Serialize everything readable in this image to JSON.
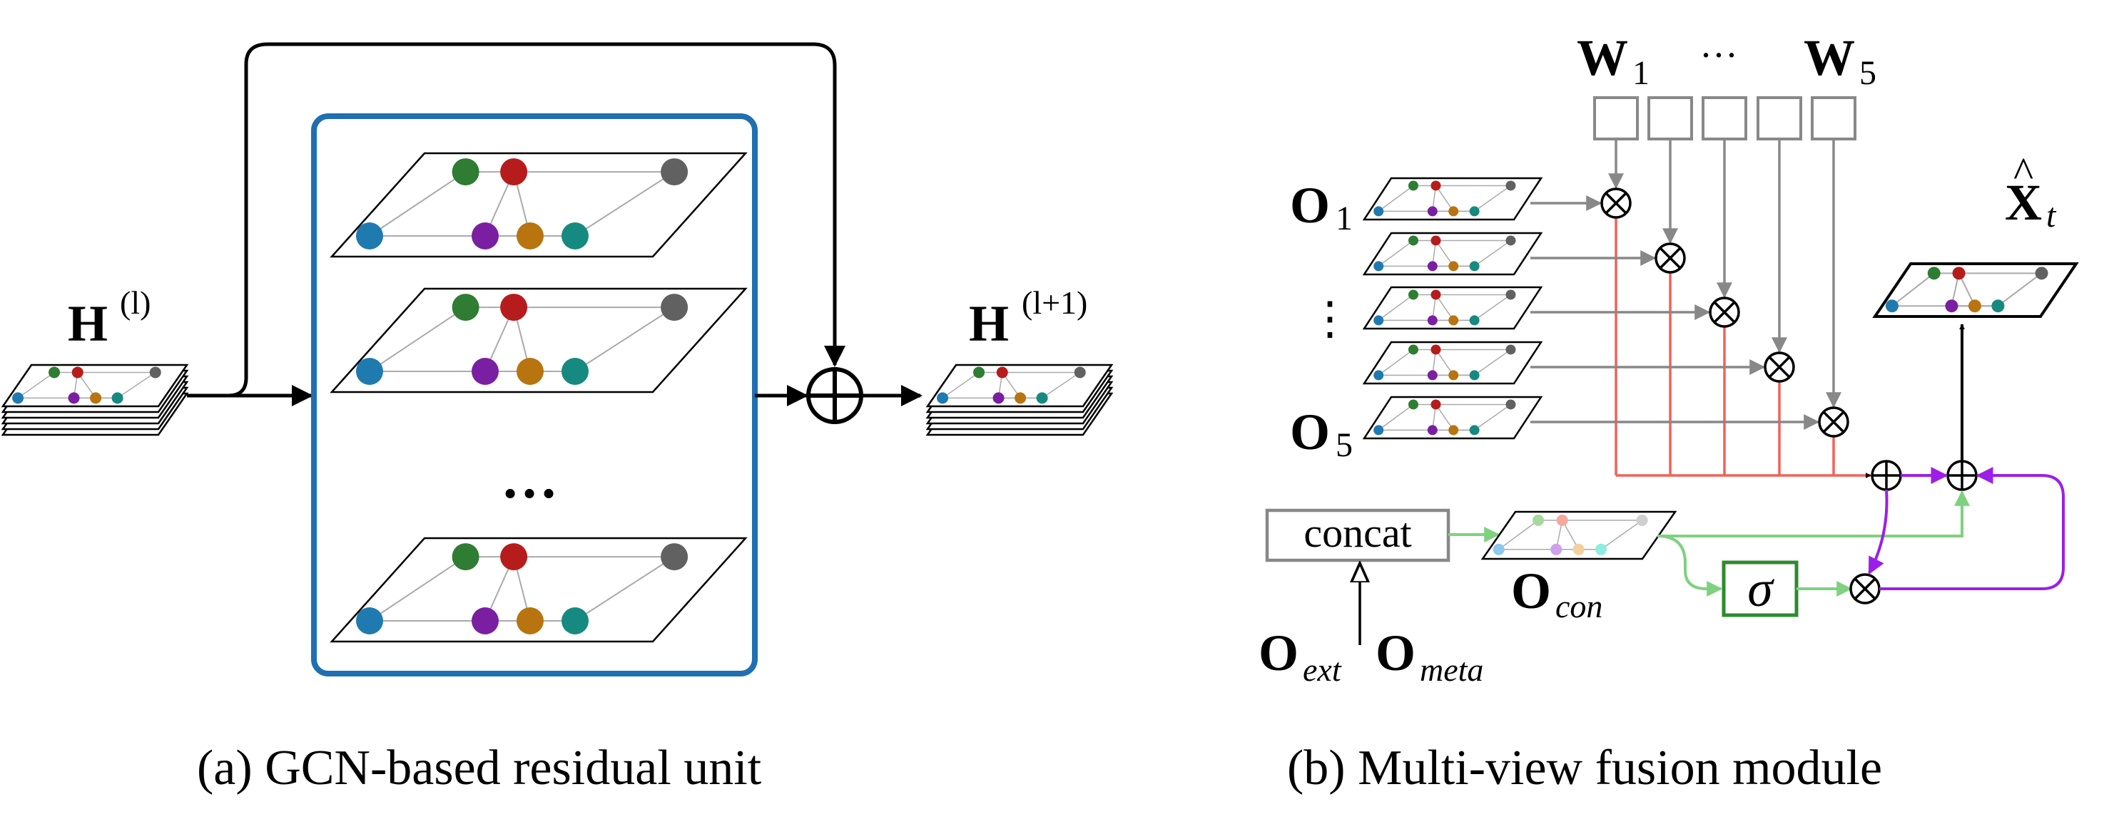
{
  "colors": {
    "frame_blue": "#1f6fb2",
    "red_path": "#f26157",
    "green_path": "#7fd17f",
    "purple_path": "#9b1fe8",
    "sigma_box": "#2e8b2e",
    "weight_box": "#888888",
    "gray_line": "#888888",
    "node_colors": [
      "#2e7d32",
      "#b71c1c",
      "#616161",
      "#1f7ab0",
      "#7b1fa2",
      "#b8740f",
      "#168a80"
    ],
    "node_colors_light": [
      "#a8d8a0",
      "#f4a8a0",
      "#cfcfcf",
      "#8ec8ec",
      "#cfa0ec",
      "#f4d0a0",
      "#8eece0"
    ]
  },
  "icons": {
    "sum": "circled-plus-icon",
    "product": "circled-times-icon"
  },
  "panel_a": {
    "input": {
      "symbol": "H",
      "superscript": "(l)"
    },
    "output": {
      "symbol": "H",
      "superscript": "(l+1)"
    },
    "ellipsis": "…",
    "caption": "(a) GCN-based residual unit"
  },
  "panel_b": {
    "weights": {
      "first": "W",
      "first_sub": "1",
      "ellipsis": "···",
      "last": "W",
      "last_sub": "5"
    },
    "views": {
      "first": "O",
      "first_sub": "1",
      "ellipsis": "⋮",
      "last": "O",
      "last_sub": "5"
    },
    "concat_label": "concat",
    "ocon": {
      "symbol": "O",
      "subscript": "con"
    },
    "oext": {
      "symbol": "O",
      "subscript": "ext"
    },
    "ometa": {
      "symbol": "O",
      "subscript": "meta"
    },
    "sigma": "σ",
    "output": {
      "symbol": "X",
      "hat": "^",
      "subscript": "t"
    },
    "caption": "(b) Multi-view fusion module"
  }
}
